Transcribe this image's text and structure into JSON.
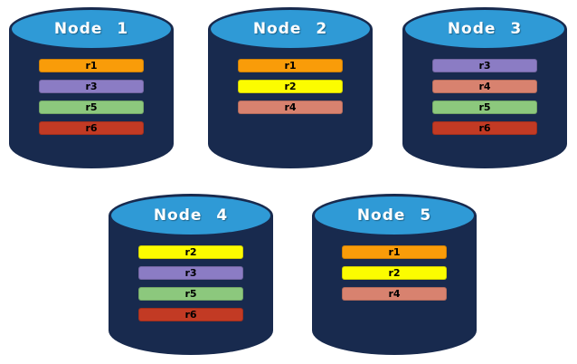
{
  "diagram": {
    "description": "Five database nodes with replica distribution",
    "palette": {
      "background": "#FFFFFF",
      "cylinder_body": "#182A4E",
      "cylinder_top": "#2F9AD6",
      "node_label_color": "#FFFFFF",
      "bar_text_color": "#000000"
    },
    "replica_colors": {
      "r1": "#F99C09",
      "r2": "#FCFC00",
      "r3": "#8B7CC4",
      "r4": "#D8826F",
      "r5": "#8CC87D",
      "r6": "#C23A24"
    },
    "nodes": [
      {
        "label": "Node 1",
        "replicas": [
          "r1",
          "r3",
          "r5",
          "r6"
        ]
      },
      {
        "label": "Node 2",
        "replicas": [
          "r1",
          "r2",
          "r4"
        ]
      },
      {
        "label": "Node 3",
        "replicas": [
          "r3",
          "r4",
          "r5",
          "r6"
        ]
      },
      {
        "label": "Node 4",
        "replicas": [
          "r2",
          "r3",
          "r5",
          "r6"
        ]
      },
      {
        "label": "Node 5",
        "replicas": [
          "r1",
          "r2",
          "r4"
        ]
      }
    ]
  }
}
